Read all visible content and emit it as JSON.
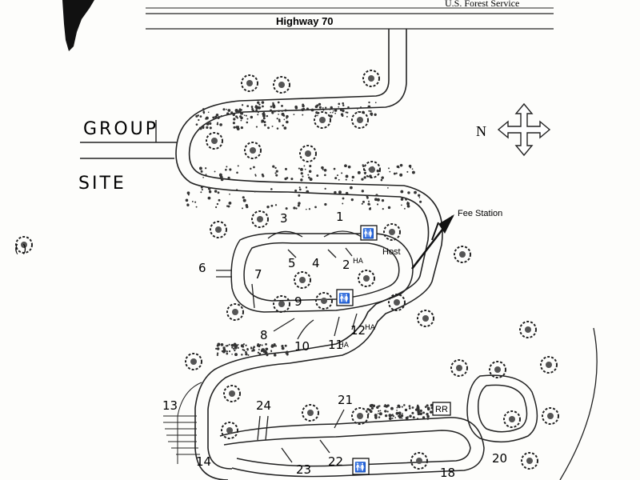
{
  "header": {
    "agency": "U.S. Forest Service",
    "highway": "Highway 70"
  },
  "labels": {
    "group": "GROUP",
    "site": "SITE",
    "north": "N",
    "fee_station": "Fee Station",
    "host": "Host",
    "restroom": "RR"
  },
  "sites": [
    {
      "label": "1",
      "suffix": ""
    },
    {
      "label": "2",
      "suffix": "HA"
    },
    {
      "label": "3",
      "suffix": ""
    },
    {
      "label": "4",
      "suffix": ""
    },
    {
      "label": "5",
      "suffix": ""
    },
    {
      "label": "6",
      "suffix": ""
    },
    {
      "label": "7",
      "suffix": ""
    },
    {
      "label": "8",
      "suffix": ""
    },
    {
      "label": "9",
      "suffix": ""
    },
    {
      "label": "10",
      "suffix": ""
    },
    {
      "label": "11",
      "suffix": "HA"
    },
    {
      "label": "12",
      "suffix": "HA"
    },
    {
      "label": "13",
      "suffix": ""
    },
    {
      "label": "14",
      "suffix": ""
    },
    {
      "label": "18",
      "suffix": ""
    },
    {
      "label": "20",
      "suffix": ""
    },
    {
      "label": "21",
      "suffix": ""
    },
    {
      "label": "22",
      "suffix": ""
    },
    {
      "label": "23",
      "suffix": ""
    },
    {
      "label": "24",
      "suffix": ""
    }
  ],
  "icons": {
    "restroom_symbol": "restroom-icon",
    "tree_symbol": "tree-icon",
    "compass_symbol": "compass-icon",
    "arrow_symbol": "arrow-icon"
  }
}
